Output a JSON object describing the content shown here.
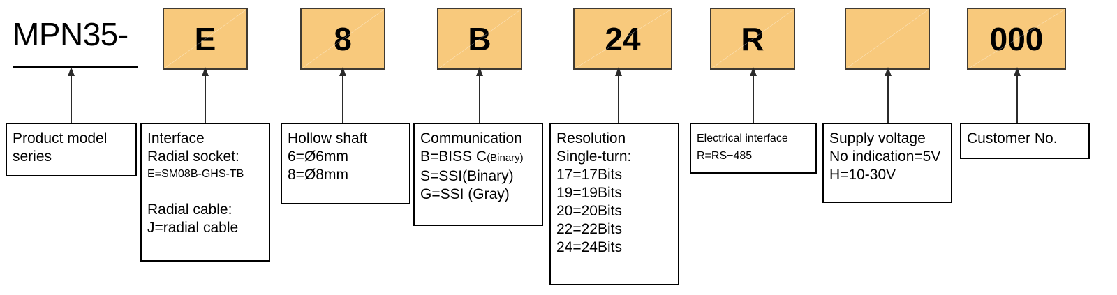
{
  "diagram": {
    "title": "MPN35 part number designation key",
    "prefix_label": "MPN35-",
    "accent_color": "#f8c97c",
    "border_color": "#3f3a33",
    "line_color": "#2b2b2b"
  },
  "codes": [
    {
      "value": "",
      "name": "prefix"
    },
    {
      "value": "E",
      "name": "interface"
    },
    {
      "value": "8",
      "name": "hollow-shaft"
    },
    {
      "value": "B",
      "name": "communication"
    },
    {
      "value": "24",
      "name": "resolution"
    },
    {
      "value": "R",
      "name": "electrical-interface"
    },
    {
      "value": "",
      "name": "supply-voltage"
    },
    {
      "value": "000",
      "name": "customer-no"
    }
  ],
  "descriptions": [
    {
      "name": "product-model-series",
      "lines": [
        {
          "text": "Product model",
          "size": "normal"
        },
        {
          "text": "series",
          "size": "normal"
        }
      ]
    },
    {
      "name": "interface",
      "lines": [
        {
          "text": "Interface",
          "size": "normal"
        },
        {
          "text": "Radial socket:",
          "size": "normal"
        },
        {
          "text": "E=SM08B-GHS-TB",
          "size": "small"
        },
        {
          "text": "",
          "size": "gap"
        },
        {
          "text": "Radial cable:",
          "size": "normal"
        },
        {
          "text": "J=radial cable",
          "size": "normal"
        }
      ]
    },
    {
      "name": "hollow-shaft",
      "lines": [
        {
          "text": "Hollow shaft",
          "size": "normal"
        },
        {
          "text": "6=Ø6mm",
          "size": "normal"
        },
        {
          "text": "8=Ø8mm",
          "size": "normal"
        }
      ]
    },
    {
      "name": "communication",
      "lines": [
        {
          "text": "Communication",
          "size": "normal"
        },
        {
          "text": "B=BISS C",
          "suffix": "(Binary)",
          "size": "normal"
        },
        {
          "text": "S=SSI(Binary)",
          "size": "normal"
        },
        {
          "text": "G=SSI (Gray)",
          "size": "normal"
        }
      ]
    },
    {
      "name": "resolution",
      "lines": [
        {
          "text": "Resolution",
          "size": "normal"
        },
        {
          "text": "Single-turn:",
          "size": "normal"
        },
        {
          "text": "17=17Bits",
          "size": "normal"
        },
        {
          "text": "19=19Bits",
          "size": "normal"
        },
        {
          "text": "20=20Bits",
          "size": "normal"
        },
        {
          "text": "22=22Bits",
          "size": "normal"
        },
        {
          "text": "24=24Bits",
          "size": "normal"
        }
      ]
    },
    {
      "name": "electrical-interface",
      "compact": true,
      "lines": [
        {
          "text": "Electrical interface",
          "size": "normal"
        },
        {
          "text": "R=RS−485",
          "size": "normal"
        }
      ]
    },
    {
      "name": "supply-voltage",
      "lines": [
        {
          "text": "Supply voltage",
          "size": "normal"
        },
        {
          "text": "No indication=5V",
          "size": "normal"
        },
        {
          "text": "H=10-30V",
          "size": "normal"
        }
      ]
    },
    {
      "name": "customer-no",
      "lines": [
        {
          "text": "Customer No.",
          "size": "normal"
        }
      ]
    }
  ]
}
